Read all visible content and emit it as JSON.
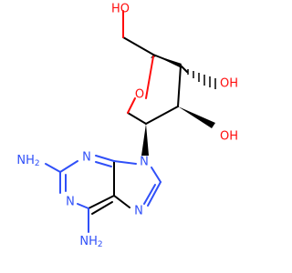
{
  "molecule": {
    "atoms": {
      "o_hydroxymethyl": "HO",
      "o_3": "OH",
      "o_2": "OH",
      "o_ring": "O",
      "n_9": "N",
      "n_3": "N",
      "n_1": "N",
      "n_7": "N",
      "n_amino_2": "NH",
      "n_amino_2_sub": "2",
      "n_amino_6": "NH",
      "n_amino_6_sub": "2"
    },
    "colors": {
      "carbon": "#000000",
      "oxygen": "#ff0d0d",
      "nitrogen": "#3050f8"
    }
  }
}
